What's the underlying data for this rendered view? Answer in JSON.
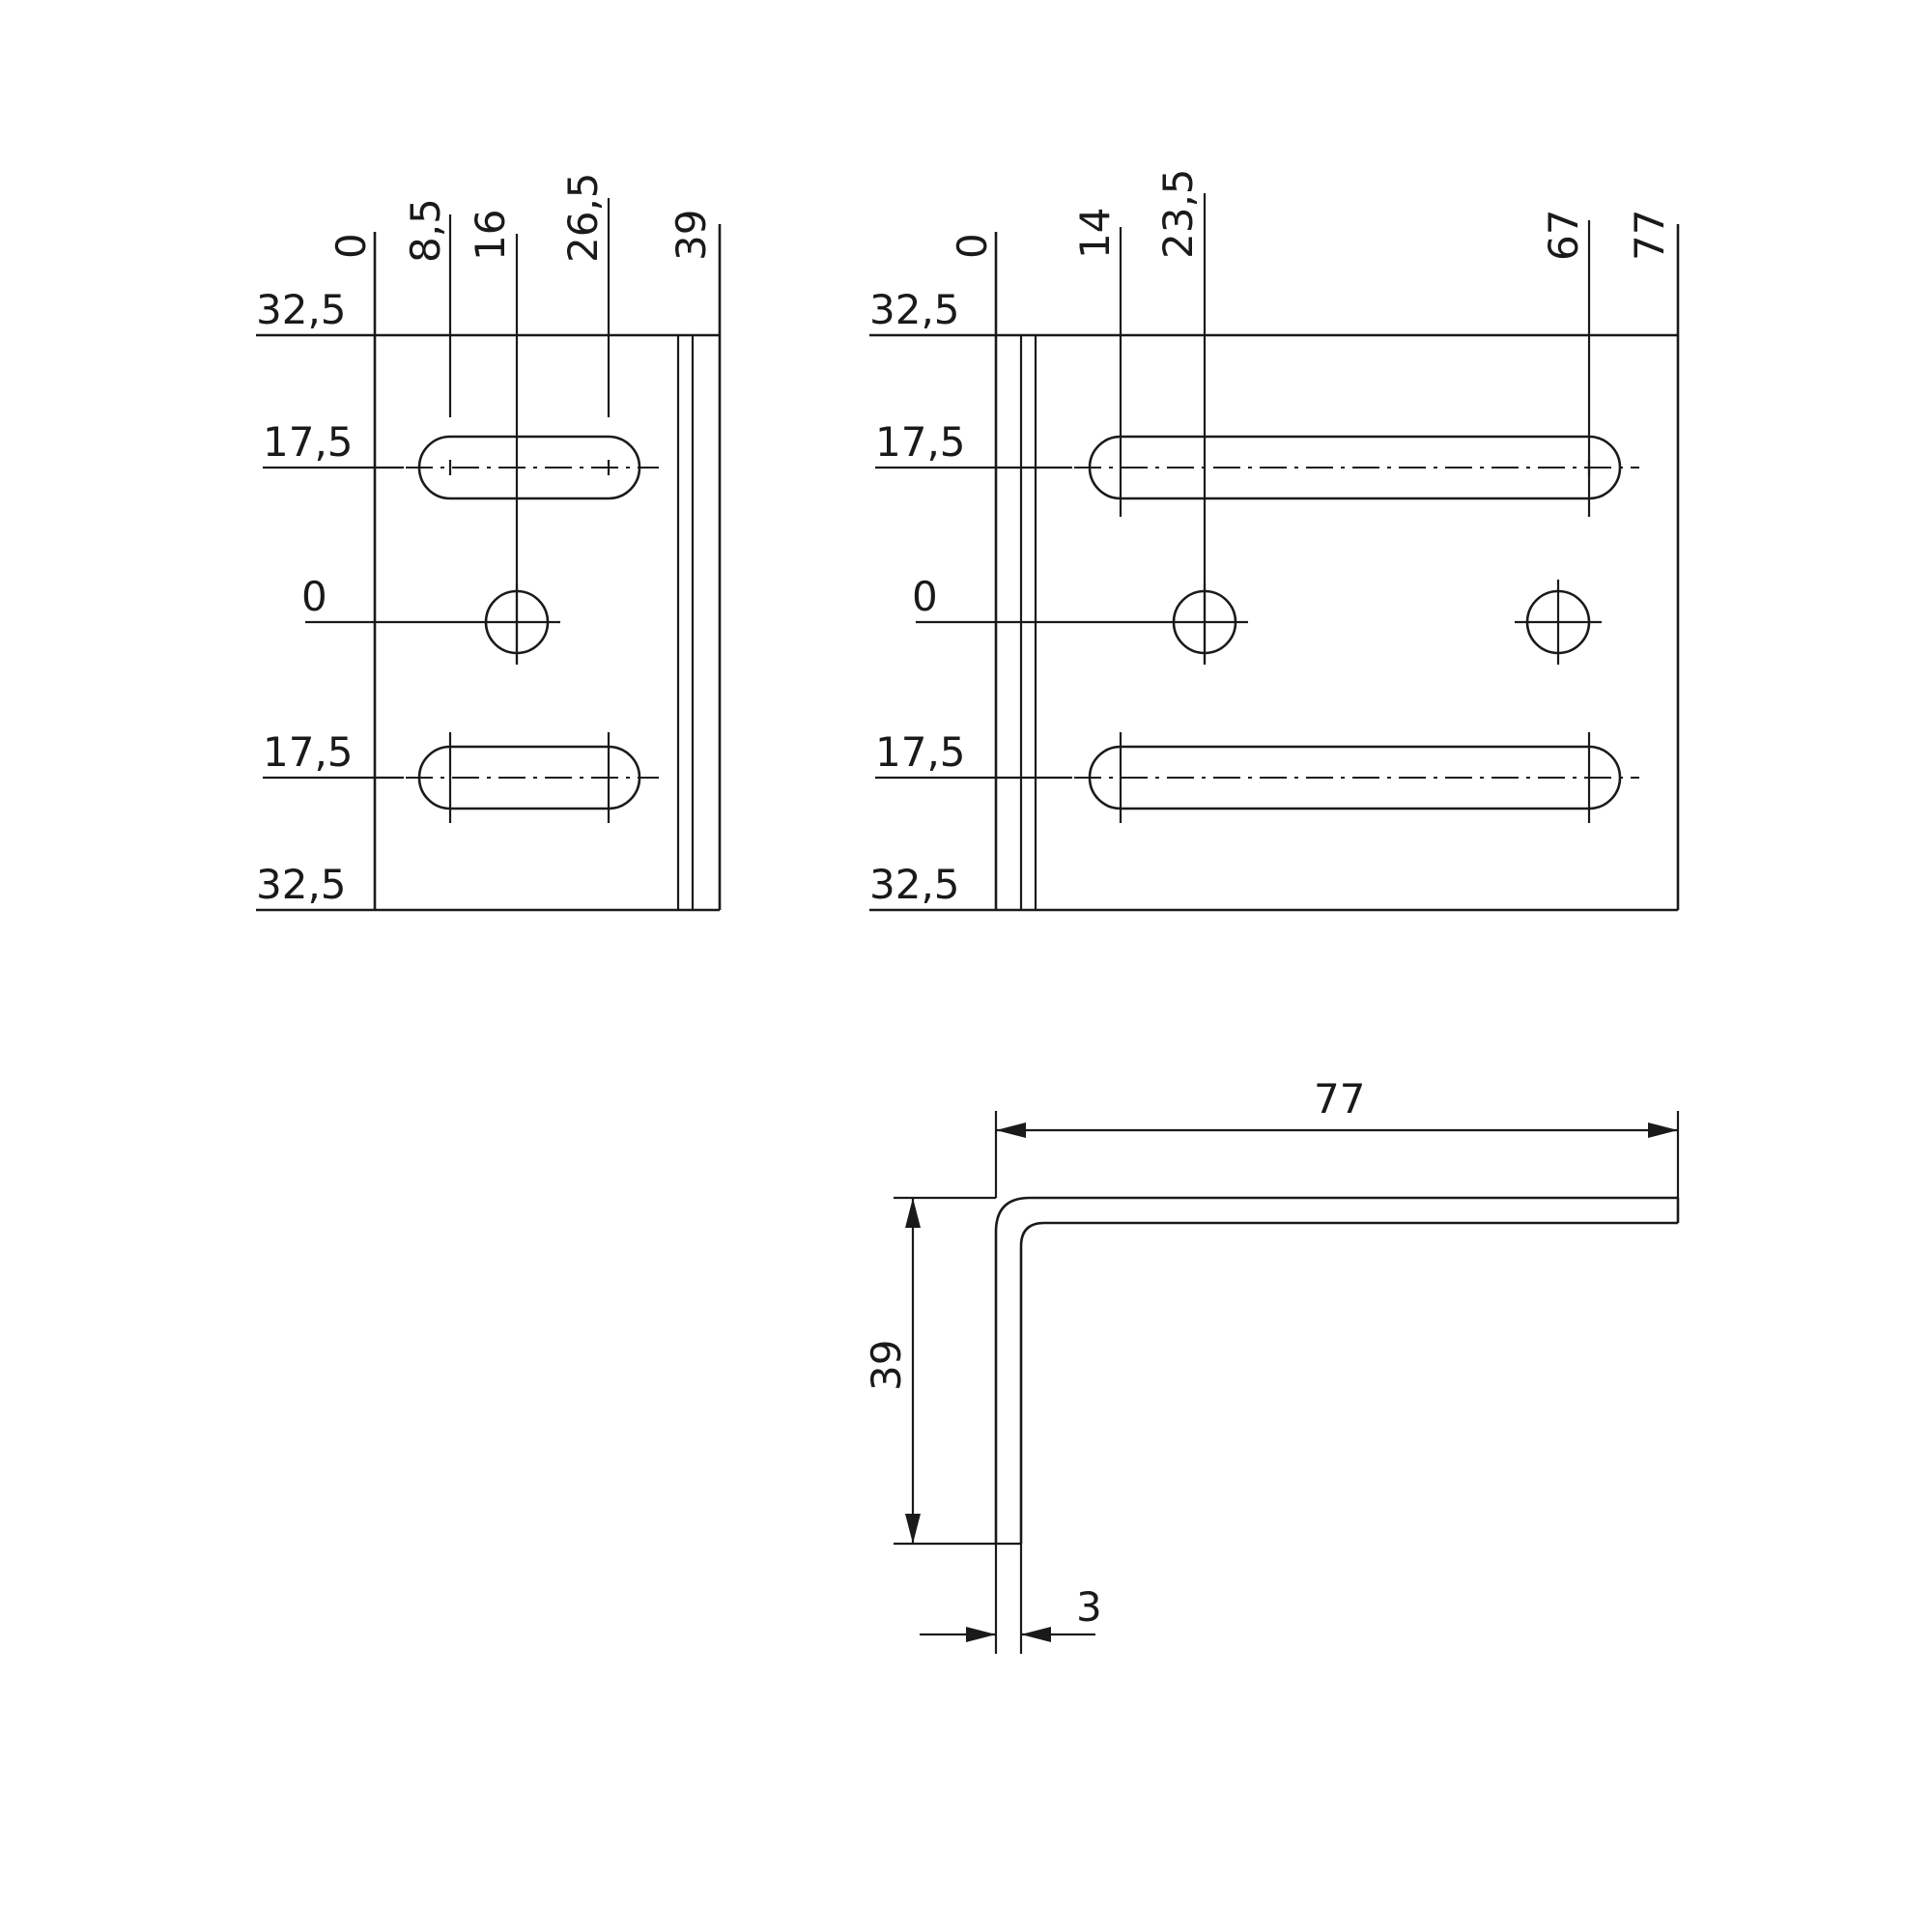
{
  "left_view": {
    "top_labels": [
      "0",
      "8,5",
      "16",
      "26,5",
      "39"
    ],
    "side_labels": [
      "32,5",
      "17,5",
      "0",
      "17,5",
      "32,5"
    ]
  },
  "right_view": {
    "top_labels": [
      "0",
      "14",
      "23,5",
      "67",
      "77"
    ],
    "side_labels": [
      "32,5",
      "17,5",
      "0",
      "17,5",
      "32,5"
    ]
  },
  "section_view": {
    "width_label": "77",
    "height_label": "39",
    "thickness_label": "3"
  }
}
